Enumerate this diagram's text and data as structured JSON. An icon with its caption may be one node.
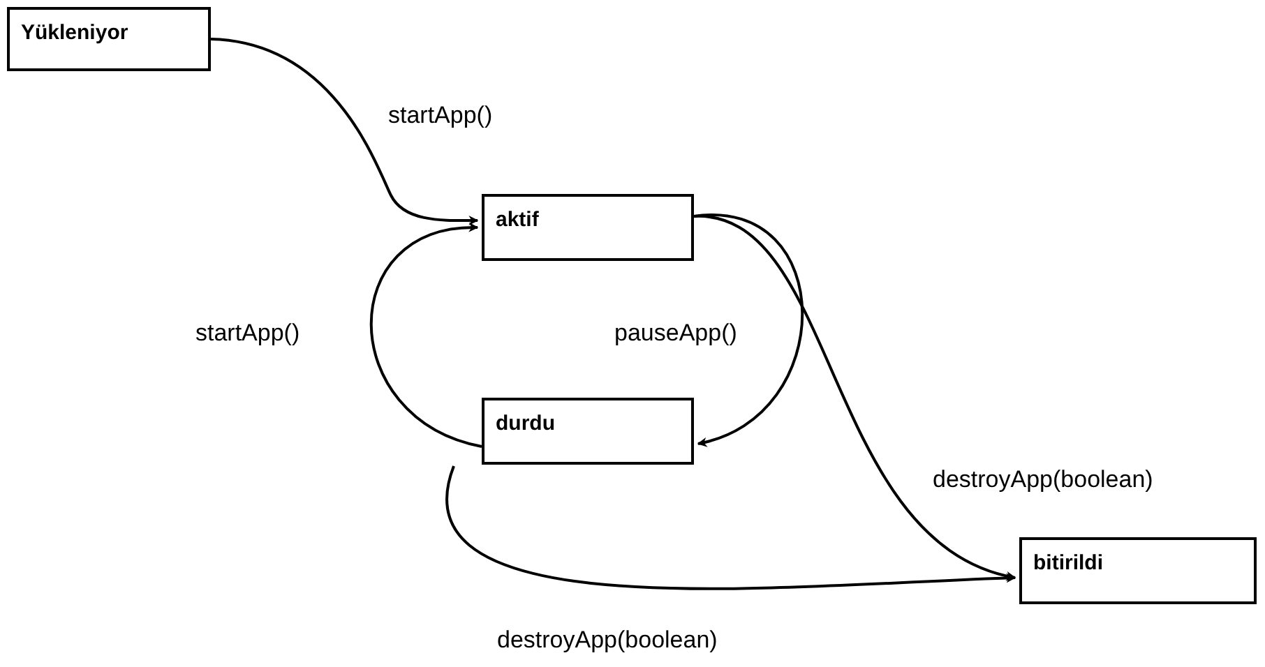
{
  "diagram": {
    "nodes": [
      {
        "text": [
          "Yükleniyor"
        ]
      },
      {
        "text": [
          "aktif"
        ]
      },
      {
        "text": [
          "durdu"
        ]
      },
      {
        "text": [
          "bitirildi"
        ]
      }
    ],
    "edges": [
      {
        "from": 0,
        "to": 1,
        "arrow": "to",
        "label": "startApp()"
      },
      {
        "from": 1,
        "to": 2,
        "arrow": "to",
        "label": "pauseApp()"
      },
      {
        "from": 2,
        "to": 1,
        "arrow": "to",
        "label": "startApp()"
      },
      {
        "from": 1,
        "to": 3,
        "arrow": "to",
        "label": "destroyApp(boolean)"
      },
      {
        "from": 2,
        "to": 3,
        "arrow": "to",
        "label": "destroyApp(boolean)"
      }
    ]
  }
}
